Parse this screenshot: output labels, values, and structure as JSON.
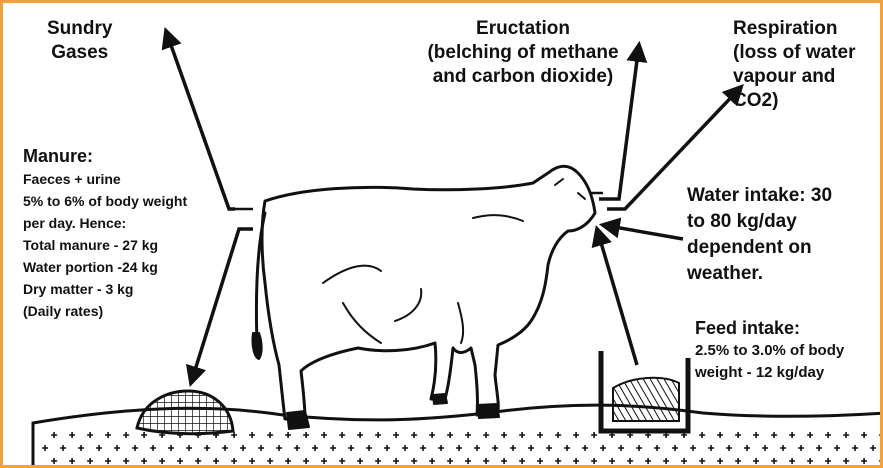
{
  "labels": {
    "sundry_gases": [
      "Sundry",
      "Gases"
    ],
    "eructation": {
      "title": "Eructation",
      "lines": [
        "(belching of methane",
        "and carbon dioxide)"
      ]
    },
    "respiration": {
      "title": "Respiration",
      "lines": [
        "(loss of water",
        "vapour and",
        "CO2)"
      ]
    },
    "manure": {
      "title": "Manure:",
      "lines": [
        "Faeces + urine",
        "5% to 6% of body weight",
        "per day. Hence:",
        "Total manure - 27 kg",
        "Water portion -24 kg",
        "Dry matter - 3 kg",
        "(Daily rates)"
      ]
    },
    "water_intake": [
      "Water intake: 30",
      "to 80 kg/day",
      "dependent on",
      "weather."
    ],
    "feed_intake": {
      "title": "Feed intake:",
      "lines": [
        "2.5% to 3.0% of body",
        "weight - 12 kg/day"
      ]
    }
  },
  "colors": {
    "border": "#f2a23c",
    "ink": "#111111"
  },
  "icons": [
    "cow-silhouette",
    "manure-pile",
    "feed-trough",
    "ground-soil"
  ]
}
